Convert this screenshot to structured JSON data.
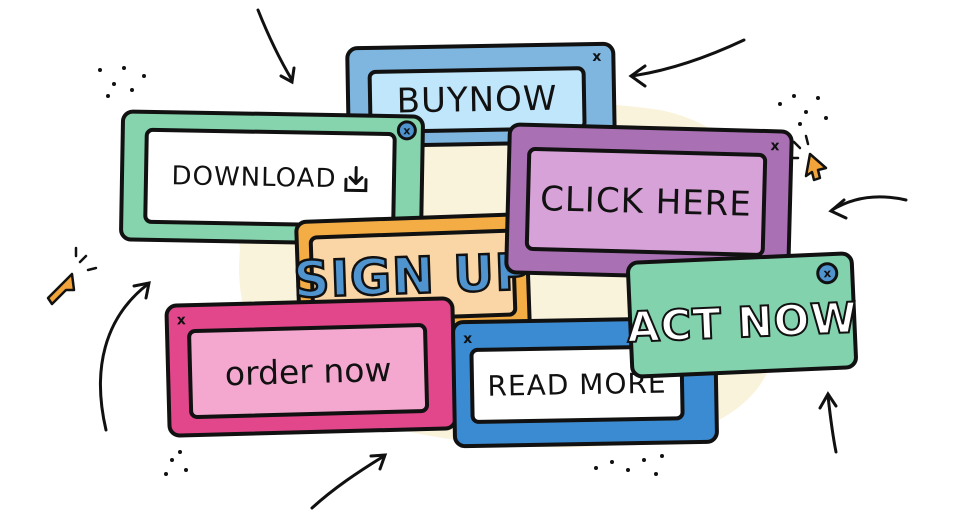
{
  "buttons": {
    "buy_now": {
      "label": "BUYNOW",
      "close": "x"
    },
    "download": {
      "label": "DOWNLOAD",
      "icon": "download-tray-icon",
      "close": "x"
    },
    "sign_up": {
      "label": "SIGN UP"
    },
    "click_here": {
      "label": "CLICK HERE",
      "close": "x"
    },
    "order_now": {
      "label": "order now",
      "close": "x"
    },
    "read_more": {
      "label": "READ MORE",
      "close": "x"
    },
    "act_now": {
      "label": "ACT NOW",
      "close": "x"
    }
  },
  "colors": {
    "buy_now_frame": "#7fb6df",
    "buy_now_inner": "#bfe6fb",
    "download_frame": "#86d4ad",
    "download_inner": "#ffffff",
    "sign_up_frame": "#f4ad45",
    "sign_up_inner": "#fad6a6",
    "sign_up_text": "#4f94cf",
    "click_here_frame": "#a970b3",
    "click_here_inner": "#d7a2d8",
    "order_now_frame": "#e2478c",
    "order_now_inner": "#f4a8d0",
    "read_more_frame": "#3b8bd3",
    "read_more_inner": "#ffffff",
    "act_now_frame": "#82d2ad",
    "act_now_close": "#4f94cf",
    "background_blob": "#faf3dc",
    "cursor_accent": "#f2a33a",
    "ink": "#111111"
  }
}
